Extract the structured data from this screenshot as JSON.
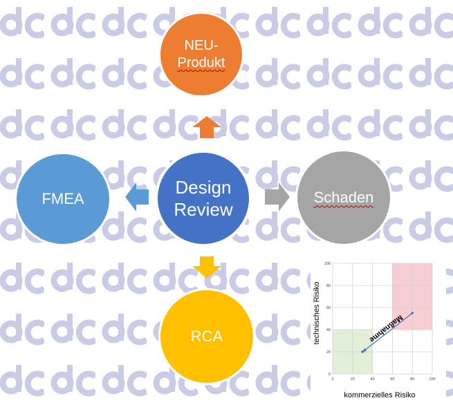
{
  "nodes": {
    "neu_line1": "NEU-",
    "neu_line2": "Produkt",
    "design_line1": "Design",
    "design_line2": "Review",
    "fmea": "FMEA",
    "schaden": "Schaden",
    "rca": "RCA"
  },
  "colors": {
    "neu": "#ed7d31",
    "design": "#4472c4",
    "fmea": "#5b9bd5",
    "schaden": "#a5a5a5",
    "rca": "#ffc000",
    "watermark": "#c9cce4",
    "risk_high": "#f7cfd3",
    "risk_low": "#e2efd9",
    "marker": "#4472c4"
  },
  "chart_data": {
    "type": "scatter",
    "xlabel": "kommerzielles Risiko",
    "ylabel": "technisches Risiko",
    "xlim": [
      0,
      100
    ],
    "ylim": [
      0,
      100
    ],
    "xticks": [
      "0",
      "20",
      "40",
      "60",
      "80",
      "100"
    ],
    "yticks": [
      "0",
      "20",
      "40",
      "60",
      "80",
      "100"
    ],
    "grid": true,
    "points": [
      {
        "x": 80,
        "y": 55
      },
      {
        "x": 30,
        "y": 20
      }
    ],
    "annotation": {
      "text": "Maßnahme",
      "from": [
        80,
        55
      ],
      "to": [
        30,
        20
      ]
    },
    "regions": [
      {
        "kind": "high",
        "cells": [
          [
            60,
            80
          ],
          [
            80,
            80
          ],
          [
            80,
            60
          ],
          [
            80,
            40
          ],
          [
            60,
            60
          ],
          [
            60,
            40
          ]
        ]
      },
      {
        "kind": "low",
        "cells": [
          [
            0,
            20
          ],
          [
            20,
            20
          ],
          [
            0,
            0
          ],
          [
            20,
            0
          ]
        ]
      }
    ]
  }
}
